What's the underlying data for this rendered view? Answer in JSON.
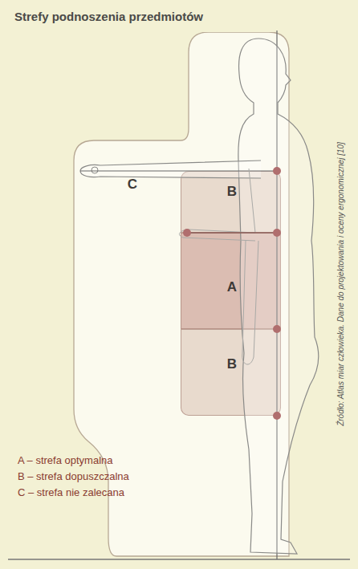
{
  "diagram": {
    "title": "Strefy podnoszenia przedmiotów",
    "nodes": [
      {
        "text": [
          "C"
        ]
      },
      {
        "text": [
          "B"
        ],
        "in": 0
      },
      {
        "text": [
          "A"
        ],
        "in": 0
      },
      {
        "text": [
          "B"
        ],
        "in": 0
      }
    ],
    "labels": [
      "Źródło: Atlas miar człowieka. Dane do projektowania i oceny ergonomicznej [10]"
    ],
    "legend": [
      {
        "text": "A – strefa optymalna"
      },
      {
        "text": "B – strefa dopuszczalna"
      },
      {
        "text": "C – strefa nie zalecana"
      }
    ]
  }
}
